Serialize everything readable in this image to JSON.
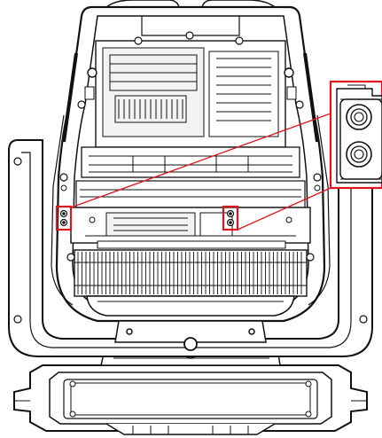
{
  "figure": {
    "subject": "moving-head-light-fixture-technical-line-drawing",
    "colors": {
      "line": "#111111",
      "fill": "#ffffff",
      "highlight": "#e0141e",
      "light_fill": "#f2f2f2"
    },
    "callout": {
      "highlights": [
        "left-screw-pair",
        "right-screw-pair"
      ],
      "inset_shows": "screw-pair-detail"
    }
  }
}
